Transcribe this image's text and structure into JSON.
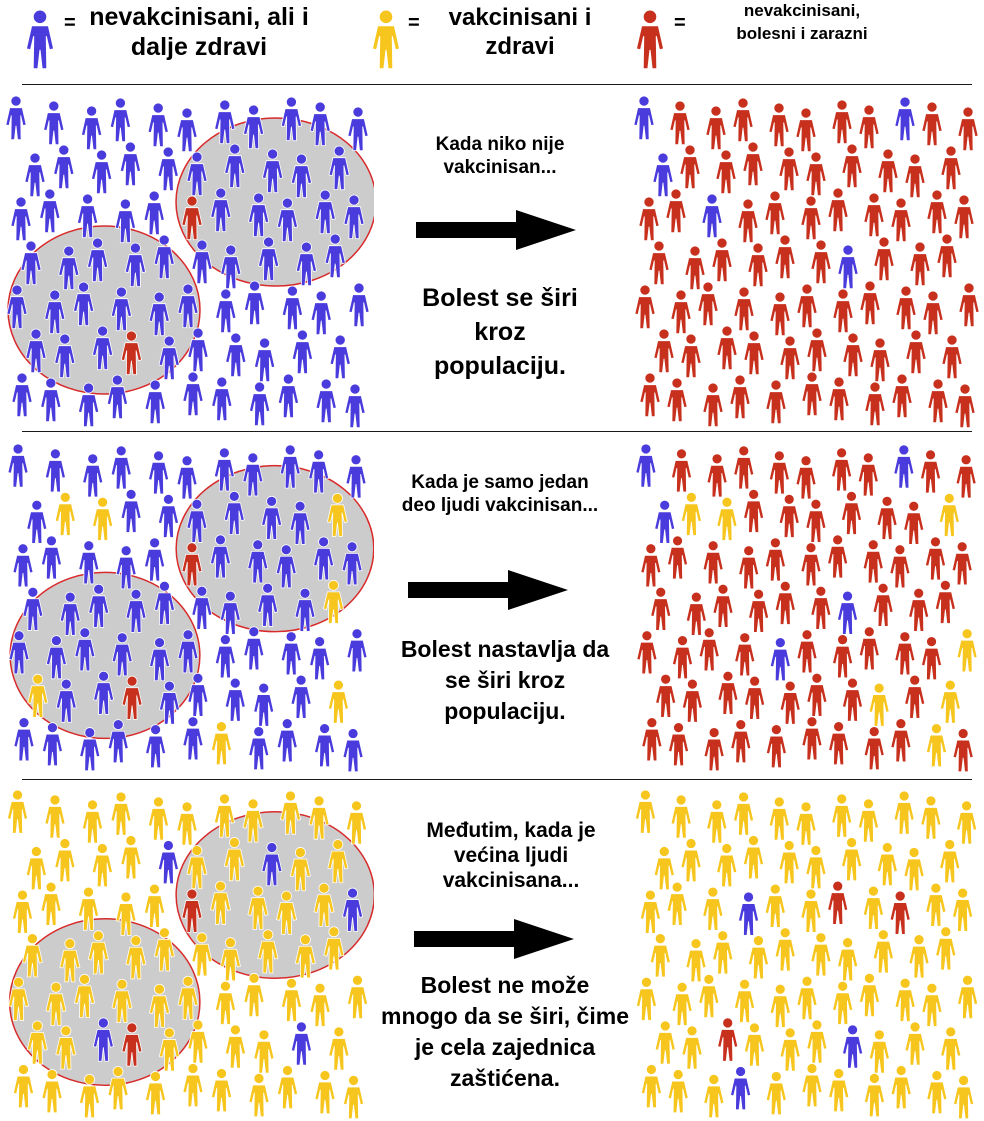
{
  "colors": {
    "unvaccinated_healthy": "#4a3cdc",
    "vaccinated_healthy": "#f6c61e",
    "unvaccinated_sick": "#c8301e",
    "bubble_fill": "#cccccc",
    "bubble_stroke": "#d82a2a",
    "figure_stroke": "#ffffff"
  },
  "legend": [
    {
      "icon": "person-icon-blue",
      "color_key": "unvaccinated_healthy",
      "equals": "=",
      "label": "nevakcinisani, ali i dalje zdravi"
    },
    {
      "icon": "person-icon-yellow",
      "color_key": "vaccinated_healthy",
      "equals": "=",
      "label": "vakcinisani i zdravi"
    },
    {
      "icon": "person-icon-red",
      "color_key": "unvaccinated_sick",
      "equals": "=",
      "label": "nevakcinisani, bolesni i zarazni"
    }
  ],
  "panels": [
    {
      "heading": "Kada niko nije vakcinisan...",
      "outcome": "Bolest se širi kroz populaciju.",
      "before_yellow": [],
      "before_red": [
        26,
        56
      ],
      "after_blue": [
        0,
        8,
        11,
        23,
        38
      ],
      "after_yellow": []
    },
    {
      "heading": "Kada je samo jedan deo ljudi vakcinisan...",
      "outcome": "Bolest nastavlja da se širi kroz populaciju.",
      "before_yellow": [
        12,
        13,
        20,
        41,
        53,
        62,
        69
      ],
      "before_red": [
        26,
        56
      ],
      "after_blue": [
        0,
        8,
        11,
        38,
        46
      ],
      "after_yellow": [
        12,
        13,
        20,
        52,
        60,
        62,
        72
      ]
    },
    {
      "heading": "Međutim, kada je većina ljudi vakcinisana...",
      "outcome": "Bolest ne može mnogo da se širi, čime je cela zajednica zaštićena.",
      "before_blue": [
        15,
        18,
        31,
        55,
        61
      ],
      "before_red": [
        26,
        56
      ],
      "after_blue": [
        24,
        59,
        66
      ],
      "after_red": [
        27,
        29,
        55
      ]
    }
  ]
}
